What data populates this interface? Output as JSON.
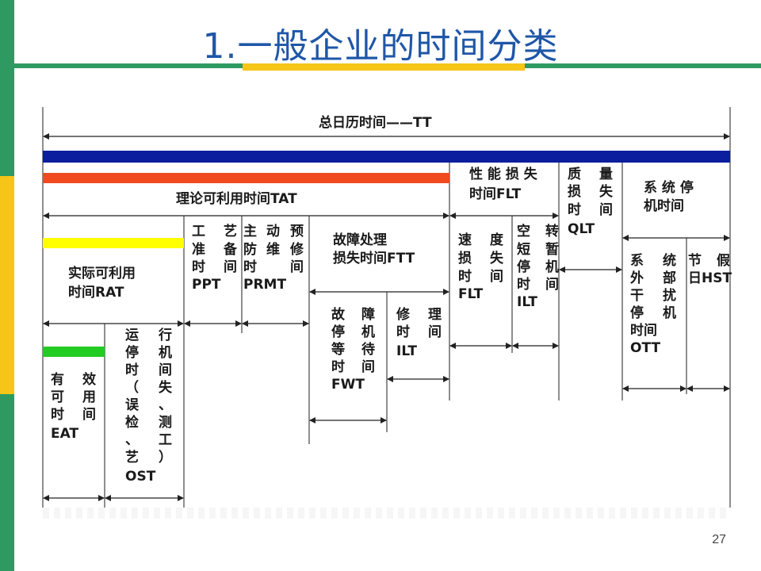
{
  "title": "1.一般企业的时间分类",
  "page_number": "27",
  "colors": {
    "brand_green": "#2e9a62",
    "brand_yellow": "#f5c518",
    "title_blue": "#1f57a8",
    "bar_blue": "#0a1e9e",
    "bar_red": "#f04a1e",
    "bar_yellow": "#ffff00",
    "bar_green": "#22cc22"
  },
  "labels": {
    "tt": "总日历时间——TT",
    "tat": "理论可利用时间TAT",
    "flt_perf": [
      "性 能 损 失",
      "时间FLT"
    ],
    "qlt": [
      "质",
      "量",
      "损",
      "失",
      "时",
      "间",
      "QLT"
    ],
    "system_stop": [
      "系 统 停",
      "机时间"
    ],
    "rat": [
      "实际可利用",
      "时间RAT"
    ],
    "ppt": [
      "工",
      "艺",
      "准",
      "备",
      "时",
      "间",
      "PPT"
    ],
    "prmt": [
      "主",
      "动",
      "维",
      "预",
      "防",
      "修",
      "时",
      "间",
      "PRMT"
    ],
    "ftt": [
      "故障处理",
      "损失时间FTT"
    ],
    "speed_loss": [
      "速",
      "度",
      "损",
      "失",
      "时",
      "间",
      "FLT"
    ],
    "idle": [
      "空",
      "转",
      "短",
      "暂",
      "停",
      "机",
      "时",
      "间",
      "ILT"
    ],
    "ott": [
      "系",
      "统",
      "外",
      "部",
      "干",
      "扰",
      "停",
      "机",
      "时间",
      "OTT"
    ],
    "hst": [
      "节",
      "假",
      "日HST"
    ],
    "fwt": [
      "故",
      "障",
      "停",
      "机",
      "等",
      "待",
      "时",
      "间",
      "FWT"
    ],
    "repair": [
      "修",
      "理",
      "时",
      "间",
      "ILT"
    ],
    "eat": [
      "有",
      "效",
      "可",
      "用",
      "时",
      "间",
      "EAT"
    ],
    "ost": [
      "运",
      "行",
      "停",
      "机",
      "时",
      "间",
      "（",
      "失",
      "误",
      "、",
      "检",
      "测",
      "、",
      "工",
      "艺",
      "）",
      "OST"
    ]
  }
}
